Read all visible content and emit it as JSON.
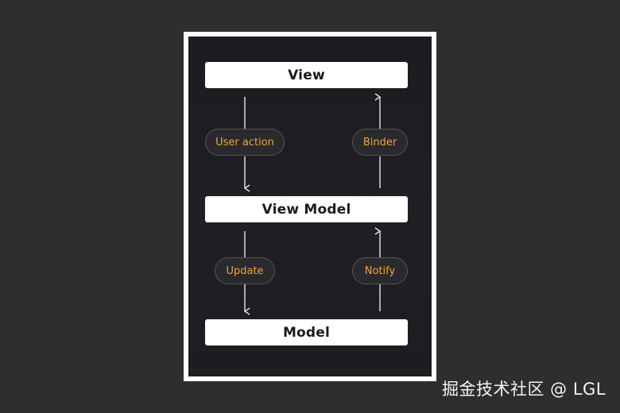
{
  "nodes": {
    "view": "View",
    "view_model": "View Model",
    "model": "Model"
  },
  "edges": {
    "user_action": "User action",
    "binder": "Binder",
    "update": "Update",
    "notify": "Notify"
  },
  "watermark": "掘金技术社区 @ LGL",
  "colors": {
    "background": "#2e2e2e",
    "panel": "#1e1e22",
    "box": "#ffffff",
    "label_text": "#f0a23a",
    "arrow": "#e6e6e6"
  }
}
